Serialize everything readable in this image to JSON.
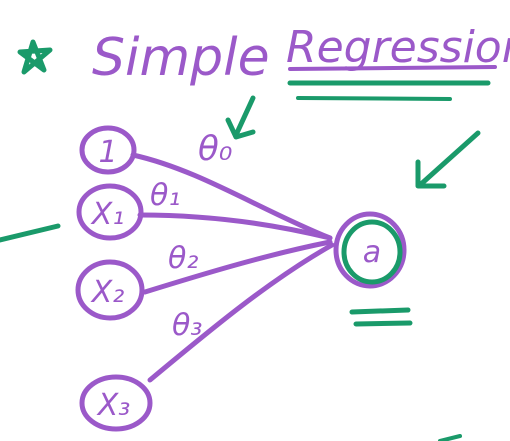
{
  "title": {
    "word1": "Simple",
    "word2": "Regression",
    "star_icon": "star-icon"
  },
  "nodes": {
    "bias": "1",
    "x1": "X₁",
    "x2": "X₂",
    "x3": "X₃",
    "output": "a"
  },
  "weights": {
    "theta0": "θ₀",
    "theta1": "θ₁",
    "theta2": "θ₂",
    "theta3": "θ₃"
  },
  "colors": {
    "purple": "#9b59c9",
    "green": "#1a9a6a"
  }
}
